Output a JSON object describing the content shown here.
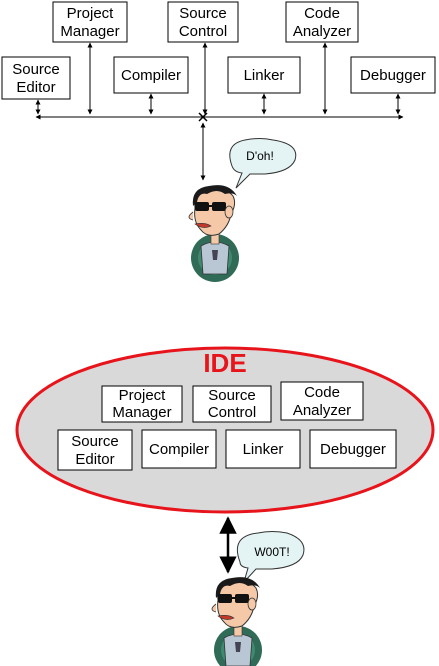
{
  "top": {
    "tools": [
      {
        "id": "source-editor",
        "lines": [
          "Source",
          "Editor"
        ]
      },
      {
        "id": "project-manager",
        "lines": [
          "Project",
          "Manager"
        ]
      },
      {
        "id": "compiler",
        "lines": [
          "Compiler"
        ]
      },
      {
        "id": "source-control",
        "lines": [
          "Source",
          "Control"
        ]
      },
      {
        "id": "linker",
        "lines": [
          "Linker"
        ]
      },
      {
        "id": "code-analyzer",
        "lines": [
          "Code",
          "Analyzer"
        ]
      },
      {
        "id": "debugger",
        "lines": [
          "Debugger"
        ]
      }
    ],
    "speech": "D'oh!"
  },
  "bottom": {
    "title": "IDE",
    "title_color": "#e8141b",
    "ellipse_fill": "#d9d9d9",
    "ellipse_stroke": "#e8141b",
    "tools": [
      {
        "id": "project-manager",
        "lines": [
          "Project",
          "Manager"
        ]
      },
      {
        "id": "source-control",
        "lines": [
          "Source",
          "Control"
        ]
      },
      {
        "id": "code-analyzer",
        "lines": [
          "Code",
          "Analyzer"
        ]
      },
      {
        "id": "source-editor",
        "lines": [
          "Source",
          "Editor"
        ]
      },
      {
        "id": "compiler",
        "lines": [
          "Compiler"
        ]
      },
      {
        "id": "linker",
        "lines": [
          "Linker"
        ]
      },
      {
        "id": "debugger",
        "lines": [
          "Debugger"
        ]
      }
    ],
    "speech": "W00T!"
  },
  "icons": {
    "developer": "developer-cartoon-icon",
    "speech": "speech-bubble-icon"
  },
  "colors": {
    "bubble_fill": "#e4f3f3",
    "face": "#f5c9a8",
    "glasses": "#111111",
    "shirt": "#2f6b57"
  }
}
